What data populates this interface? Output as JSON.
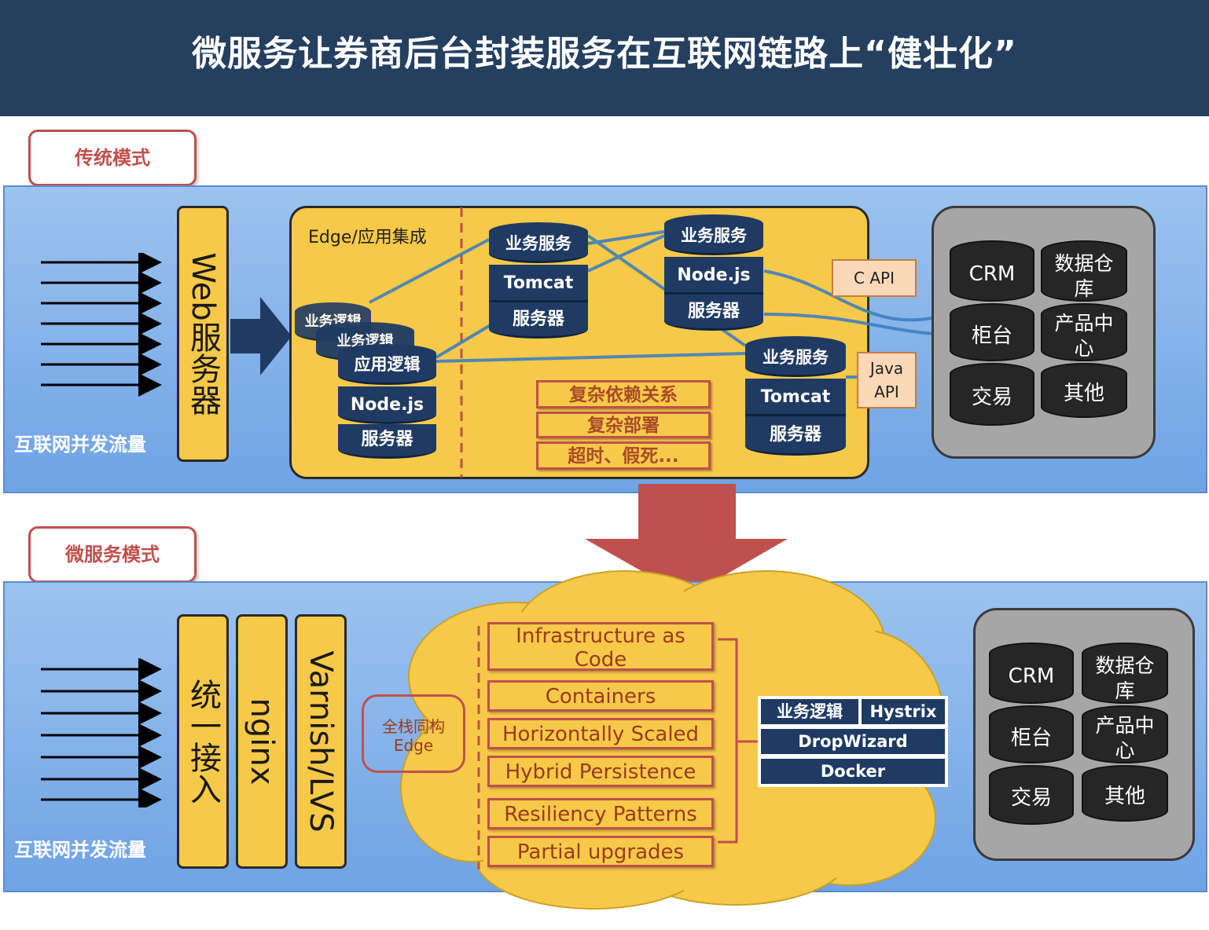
{
  "title": "微服务让券商后台封装服务在互联网链路上“健壮化”",
  "traditional": {
    "mode_label": "传统模式",
    "traffic_label": "互联网并发流量",
    "web_server": "Web服务器",
    "edge_label": "Edge/应用集成",
    "app_stack": [
      "应用逻辑",
      "Node.js",
      "服务器"
    ],
    "app_stack_back_label": "业务逻辑",
    "service_a": [
      "业务服务",
      "Tomcat",
      "服务器"
    ],
    "service_b": [
      "业务服务",
      "Node.js",
      "服务器"
    ],
    "service_c": [
      "业务服务",
      "Tomcat",
      "服务器"
    ],
    "c_api": "C API",
    "java_api": "Java API",
    "problems": [
      "复杂依赖关系",
      "复杂部署",
      "超时、假死..."
    ],
    "backend": [
      "CRM",
      "柜台",
      "交易",
      "数据仓库",
      "产品中心",
      "其他"
    ]
  },
  "microservice": {
    "mode_label": "微服务模式",
    "traffic_label": "互联网并发流量",
    "gateway_columns": [
      "统一接入",
      "nginx",
      "Varnish/LVS"
    ],
    "edge_label": "全栈同构 Edge",
    "principles": [
      "Infrastructure as Code",
      "Containers",
      "Horizontally Scaled",
      "Hybrid Persistence",
      "Resiliency Patterns",
      "Partial upgrades"
    ],
    "stack": {
      "business_logic": "业务逻辑",
      "hystrix": "Hystrix",
      "dropwizard": "DropWizard",
      "docker": "Docker"
    },
    "backend": [
      "CRM",
      "柜台",
      "交易",
      "数据仓库",
      "产品中心",
      "其他"
    ]
  },
  "colors": {
    "title_bg": "#253f5f",
    "band": "#7fb0ea",
    "panel_yellow": "#f7c948",
    "cylinder_blue": "#1f3b63",
    "accent_red": "#c0504d"
  }
}
